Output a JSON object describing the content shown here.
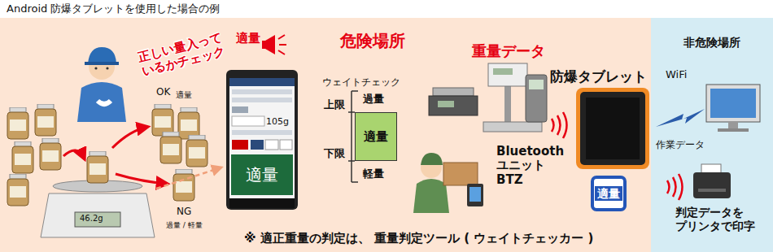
{
  "diagram": {
    "title": "Android 防爆タブレットを使用した場合の例",
    "nodes": [
      {
        "text": [
          "非危険場所"
        ]
      },
      {
        "text": [
          "適量"
        ]
      },
      {
        "text": [
          "適量"
        ]
      },
      {
        "text": [
          "適量"
        ]
      }
    ],
    "labels": [
      "正しい量入って いるかチェック",
      "適量",
      "危険場所",
      "重量データ",
      "防爆タブレット",
      "OK",
      "適量",
      "WiFi",
      "ウェイトチェック",
      "上限",
      "過量",
      "105g",
      "下限",
      "軽量",
      "作業データ",
      "Bluetooth ユニット BTZ",
      "46.2g",
      "NG",
      "過量 / 軽量",
      "判定データを プリンタで印字",
      "※ 適正重量の判定は、 重量判定ツール ( ウェイトチェッカー )"
    ]
  }
}
